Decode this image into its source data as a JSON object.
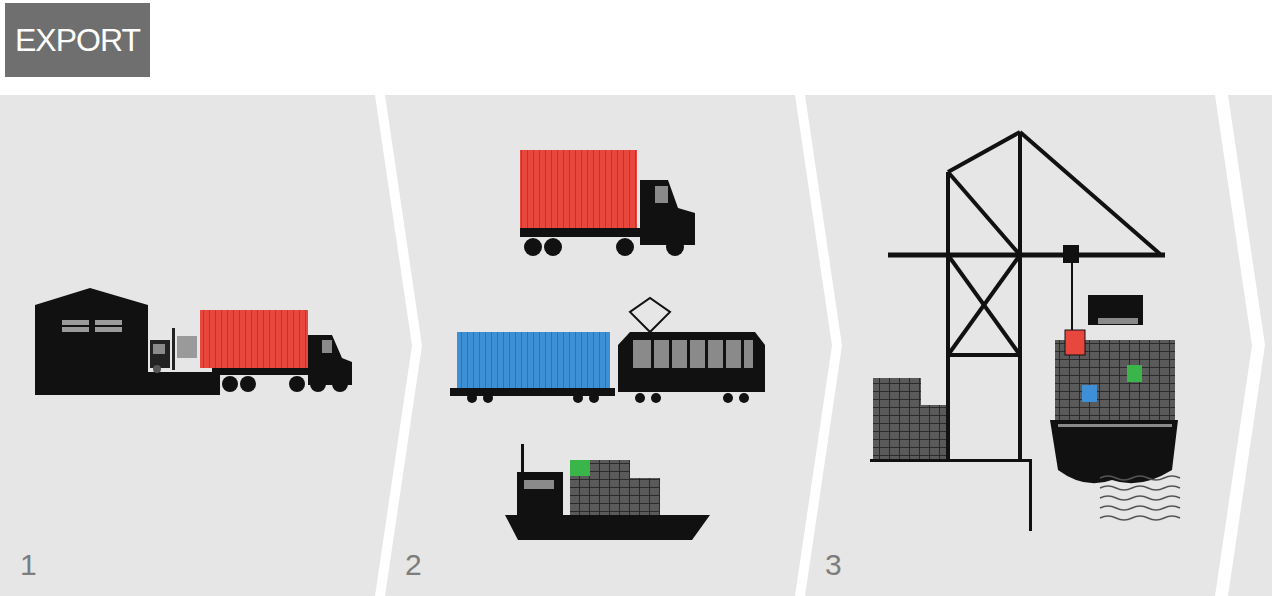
{
  "diagram": {
    "title": "EXPORT",
    "nodes": [
      {
        "text": [
          "1"
        ]
      },
      {
        "text": [
          "2"
        ]
      },
      {
        "text": [
          "3"
        ]
      }
    ]
  }
}
